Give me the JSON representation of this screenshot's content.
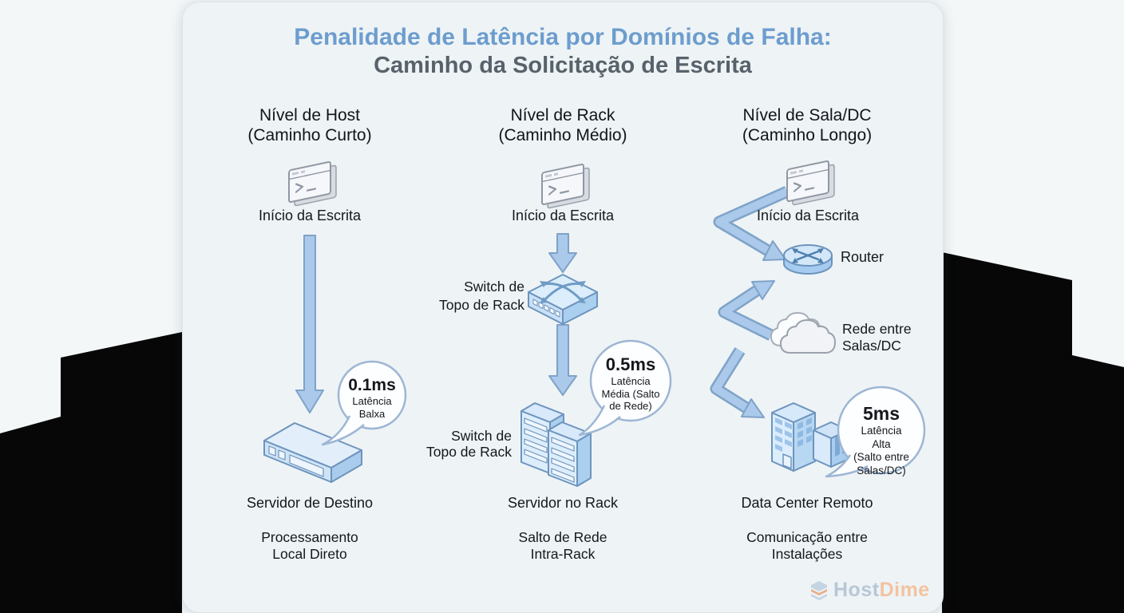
{
  "page": {
    "background_color": "#f4f7f8",
    "mask_color": "#070707"
  },
  "card": {
    "background_color": "#eef3f6"
  },
  "title": {
    "line1": "Penalidade de Latência por Domínios de Falha:",
    "line2": "Caminho da Solicitação de Escrita"
  },
  "columns": [
    {
      "header_line1": "Nível de Host",
      "header_line2": "(Caminho Curto)",
      "start_label": "Início da Escrita",
      "bubble_value": "0.1ms",
      "bubble_line1": "Latência",
      "bubble_line2": "Balxa",
      "device_label": "Servidor de Destino",
      "footer_line1": "Processamento",
      "footer_line2": "Local Direto"
    },
    {
      "header_line1": "Nível de Rack",
      "header_line2": "(Caminho Médio)",
      "start_label": "Início da Escrita",
      "switch_label_line1": "Switch de",
      "switch_label_line2": "Topo de Rack",
      "rack_label_line1": "Switch de",
      "rack_label_line2": "Topo de Rack",
      "bubble_value": "0.5ms",
      "bubble_line1": "Latência",
      "bubble_line2": "Média (Salto",
      "bubble_line3": "de Rede)",
      "device_label": "Servidor no Rack",
      "footer_line1": "Salto de Rede",
      "footer_line2": "Intra-Rack"
    },
    {
      "header_line1": "Nível de Sala/DC",
      "header_line2": "(Caminho Longo)",
      "start_label": "Início da Escrita",
      "router_label": "Router",
      "network_label_line1": "Rede entre",
      "network_label_line2": "Salas/DC",
      "bubble_value": "5ms",
      "bubble_line1": "Latência Alta",
      "bubble_line2": "(Salto entre",
      "bubble_line3": "Salas/DC)",
      "device_label": "Data Center Remoto",
      "footer_line1": "Comunicação entre",
      "footer_line2": "Instalações"
    }
  ],
  "logo": {
    "text_host": "Host",
    "text_dime": "Dime"
  },
  "icons": {
    "terminal": "terminal-window-icon",
    "switch": "network-switch-icon",
    "router": "router-icon",
    "cloud": "network-cloud-icon",
    "server_1u": "rack-server-icon",
    "server_towers": "server-towers-icon",
    "building": "data-center-building-icon",
    "logo_mark": "hostdime-stack-icon"
  },
  "colors": {
    "title_blue": "#6d9dcd",
    "subtitle_gray": "#58626a",
    "text_dark": "#14181c",
    "arrow_fill": "#abc9ea",
    "arrow_outline": "#7fa3c8",
    "icon_blue_light": "#dcedfb",
    "icon_blue_mid": "#abcfef",
    "icon_stroke": "#6d94bd",
    "bubble_stroke": "#9db6d3",
    "gray_icon_fill": "#f6f7fa",
    "gray_icon_stroke": "#8f97a3",
    "logo_blue": "#b7c7d6",
    "logo_orange": "#f2c3a0",
    "mask_black": "#070707"
  }
}
